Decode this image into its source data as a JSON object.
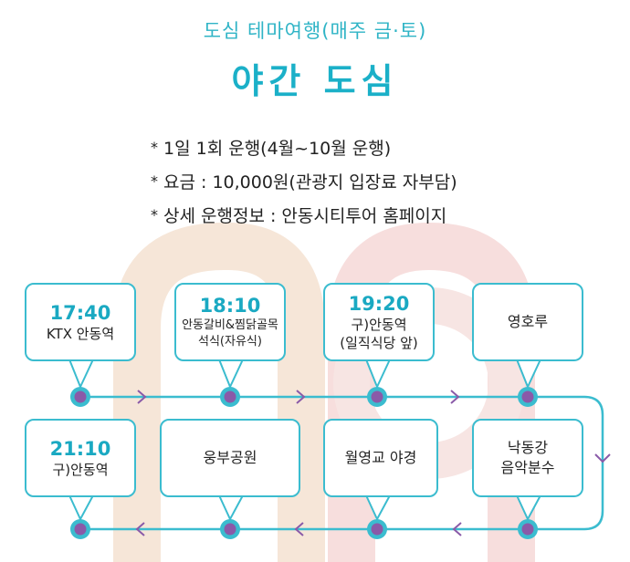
{
  "header": {
    "subtitle": "도심 테마여행(매주 금·토)",
    "title": "야간 도심"
  },
  "info": [
    {
      "bullet": "*",
      "text": "1일 1회 운행(4월~10월 운행)"
    },
    {
      "bullet": "*",
      "text": "요금 : 10,000원(관광지 입장료 자부담)"
    },
    {
      "bullet": "*",
      "text": "상세 운행정보 : 안동시티투어 홈페이지"
    }
  ],
  "stops_row1": [
    {
      "time": "17:40",
      "place": "KTX 안동역"
    },
    {
      "time": "18:10",
      "place": "안동갈비&찜닭골목",
      "place2": "석식(자유식)"
    },
    {
      "time": "19:20",
      "place": "구)안동역",
      "place2": "(일직식당 앞)"
    },
    {
      "time": "",
      "place": "영호루"
    }
  ],
  "stops_row2": [
    {
      "time": "21:10",
      "place": "구)안동역"
    },
    {
      "time": "",
      "place": "웅부공원"
    },
    {
      "time": "",
      "place": "월영교 야경"
    },
    {
      "time": "",
      "place": "낙동강",
      "place2": "음악분수"
    }
  ],
  "colors": {
    "teal": "#3bbccf",
    "title": "#1bb0c8",
    "dot": "#8a5aa8",
    "arrow": "#8a5aa8",
    "deco_orange": "#f6e6d8",
    "deco_red": "#f7dedd"
  }
}
